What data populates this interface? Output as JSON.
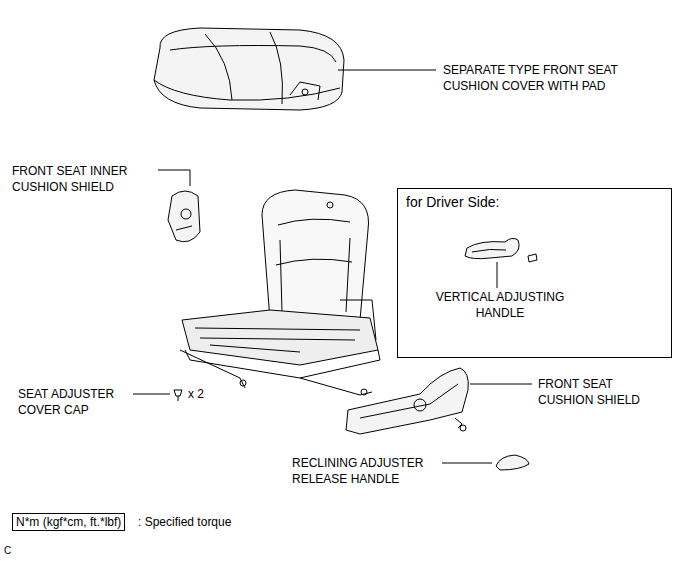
{
  "diagram": {
    "nodes": [
      {
        "text": [
          "for Driver Side:",
          "VERTICAL ADJUSTING HANDLE"
        ]
      },
      {
        "text": [
          "N*m (kgf*cm, ft.*lbf)"
        ]
      }
    ],
    "labels": [
      "SEPARATE TYPE FRONT SEAT CUSHION COVER WITH PAD",
      "FRONT SEAT INNER CUSHION SHIELD",
      "SEAT ADJUSTER COVER CAP",
      "x 2",
      "FRONT SEAT CUSHION SHIELD",
      "RECLINING ADJUSTER RELEASE HANDLE",
      ": Specified torque",
      "C"
    ]
  }
}
